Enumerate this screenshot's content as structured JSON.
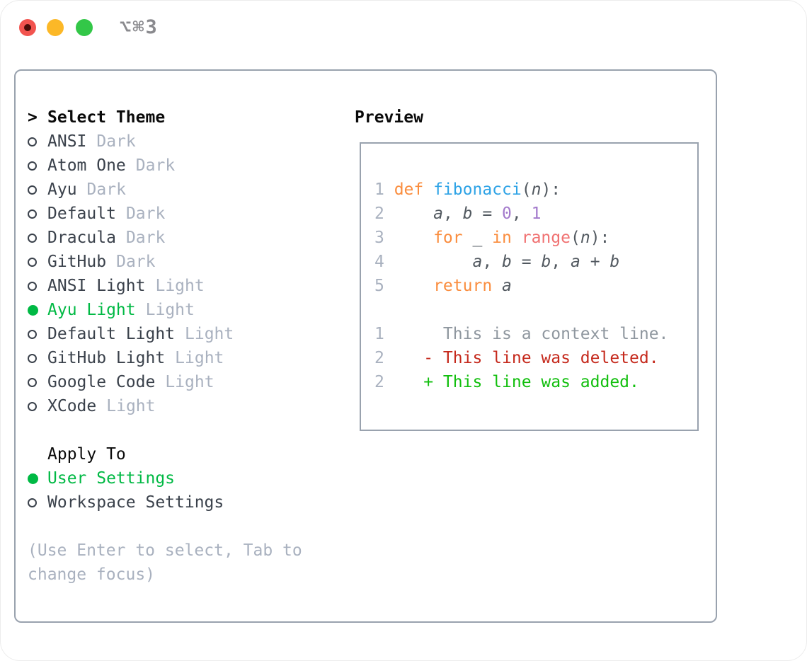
{
  "window": {
    "shortcut_label": "⌥⌘3"
  },
  "colors": {
    "panel_border": "#99a2ae",
    "text_dark": "#3a414b",
    "text_muted": "#a9b1bf",
    "selection_green": "#00b944",
    "traffic_red": "#f2544f",
    "traffic_yellow": "#fcb827",
    "traffic_green": "#33c748",
    "syntax_keyword": "#fa8d3e",
    "syntax_function": "#2ea3e6",
    "syntax_call": "#f07171",
    "syntax_number": "#a37acc",
    "syntax_plain": "#525960",
    "diff_context": "#8f979f",
    "diff_deleted": "#c5291c",
    "diff_added": "#12bf0e"
  },
  "theme_picker": {
    "title_marker": ">",
    "title": "Select Theme",
    "items": [
      {
        "label": "ANSI",
        "variant": "Dark",
        "selected": false
      },
      {
        "label": "Atom One",
        "variant": "Dark",
        "selected": false
      },
      {
        "label": "Ayu",
        "variant": "Dark",
        "selected": false
      },
      {
        "label": "Default",
        "variant": "Dark",
        "selected": false
      },
      {
        "label": "Dracula",
        "variant": "Dark",
        "selected": false
      },
      {
        "label": "GitHub",
        "variant": "Dark",
        "selected": false
      },
      {
        "label": "ANSI Light",
        "variant": "Light",
        "selected": false
      },
      {
        "label": "Ayu Light",
        "variant": "Light",
        "selected": true
      },
      {
        "label": "Default Light",
        "variant": "Light",
        "selected": false
      },
      {
        "label": "GitHub Light",
        "variant": "Light",
        "selected": false
      },
      {
        "label": "Google Code",
        "variant": "Light",
        "selected": false
      },
      {
        "label": "XCode",
        "variant": "Light",
        "selected": false
      }
    ],
    "apply_to": {
      "title": "Apply To",
      "options": [
        {
          "label": "User Settings",
          "selected": true
        },
        {
          "label": "Workspace Settings",
          "selected": false
        }
      ]
    },
    "hint": "(Use Enter to select, Tab to change focus)"
  },
  "preview": {
    "title": "Preview",
    "lines": [
      {
        "n": "1",
        "tokens": [
          [
            "def",
            "kw"
          ],
          [
            " ",
            "pl"
          ],
          [
            "fibonacci",
            "fn"
          ],
          [
            "(",
            "pl"
          ],
          [
            "n",
            "id"
          ],
          [
            "):",
            "pl"
          ]
        ]
      },
      {
        "n": "2",
        "tokens": [
          [
            "    ",
            "pl"
          ],
          [
            "a",
            "id"
          ],
          [
            ", ",
            "pl"
          ],
          [
            "b",
            "id"
          ],
          [
            " = ",
            "pl"
          ],
          [
            "0",
            "num"
          ],
          [
            ", ",
            "pl"
          ],
          [
            "1",
            "num"
          ]
        ]
      },
      {
        "n": "3",
        "tokens": [
          [
            "    ",
            "pl"
          ],
          [
            "for",
            "kw"
          ],
          [
            " _ ",
            "pl"
          ],
          [
            "in",
            "kw"
          ],
          [
            " ",
            "pl"
          ],
          [
            "range",
            "call"
          ],
          [
            "(",
            "pl"
          ],
          [
            "n",
            "id"
          ],
          [
            "):",
            "pl"
          ]
        ]
      },
      {
        "n": "4",
        "tokens": [
          [
            "        ",
            "pl"
          ],
          [
            "a",
            "id"
          ],
          [
            ", ",
            "pl"
          ],
          [
            "b",
            "id"
          ],
          [
            " = ",
            "pl"
          ],
          [
            "b",
            "id"
          ],
          [
            ", ",
            "pl"
          ],
          [
            "a",
            "id"
          ],
          [
            " + ",
            "pl"
          ],
          [
            "b",
            "id"
          ]
        ]
      },
      {
        "n": "5",
        "tokens": [
          [
            "    ",
            "pl"
          ],
          [
            "return",
            "kw"
          ],
          [
            " ",
            "pl"
          ],
          [
            "a",
            "id"
          ]
        ]
      },
      {
        "n": "",
        "tokens": []
      },
      {
        "n": "1",
        "kind": "context",
        "text": "     This is a context line."
      },
      {
        "n": "2",
        "kind": "deleted",
        "text": "   - This line was deleted."
      },
      {
        "n": "2",
        "kind": "added",
        "text": "   + This line was added."
      }
    ]
  }
}
